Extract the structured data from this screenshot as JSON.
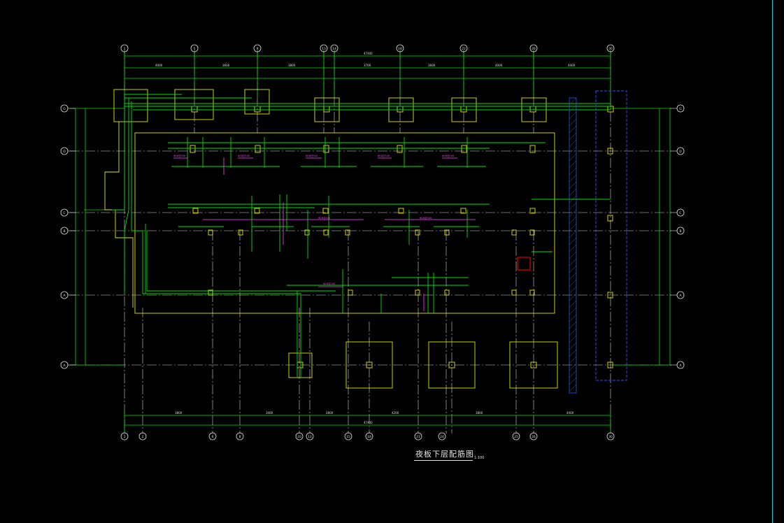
{
  "drawing": {
    "caption": "夜板下层配筋图",
    "caption_scale": "1:100",
    "top_axes": [
      "1",
      "5",
      "9",
      "13",
      "14",
      "18",
      "22",
      "26",
      "30"
    ],
    "bottom_axes": [
      "1",
      "2",
      "6",
      "8",
      "10",
      "12",
      "15",
      "18",
      "21",
      "24",
      "25",
      "26",
      "30"
    ],
    "left_rows": [
      "G",
      "D",
      "C",
      "B",
      "A",
      "A"
    ],
    "right_rows": [
      "G",
      "D",
      "C",
      "B",
      "A",
      "A"
    ],
    "overall_dim_top": "47400",
    "overall_dim_bottom": "47400",
    "colors": {
      "dimension": "#00e000",
      "outline": "#e6e600",
      "annotation": "#ff44ff",
      "hatch": "#3050ff",
      "marker": "#e00000",
      "text": "#e0e0e0",
      "axis_bubble": "#e0e0e0"
    }
  }
}
